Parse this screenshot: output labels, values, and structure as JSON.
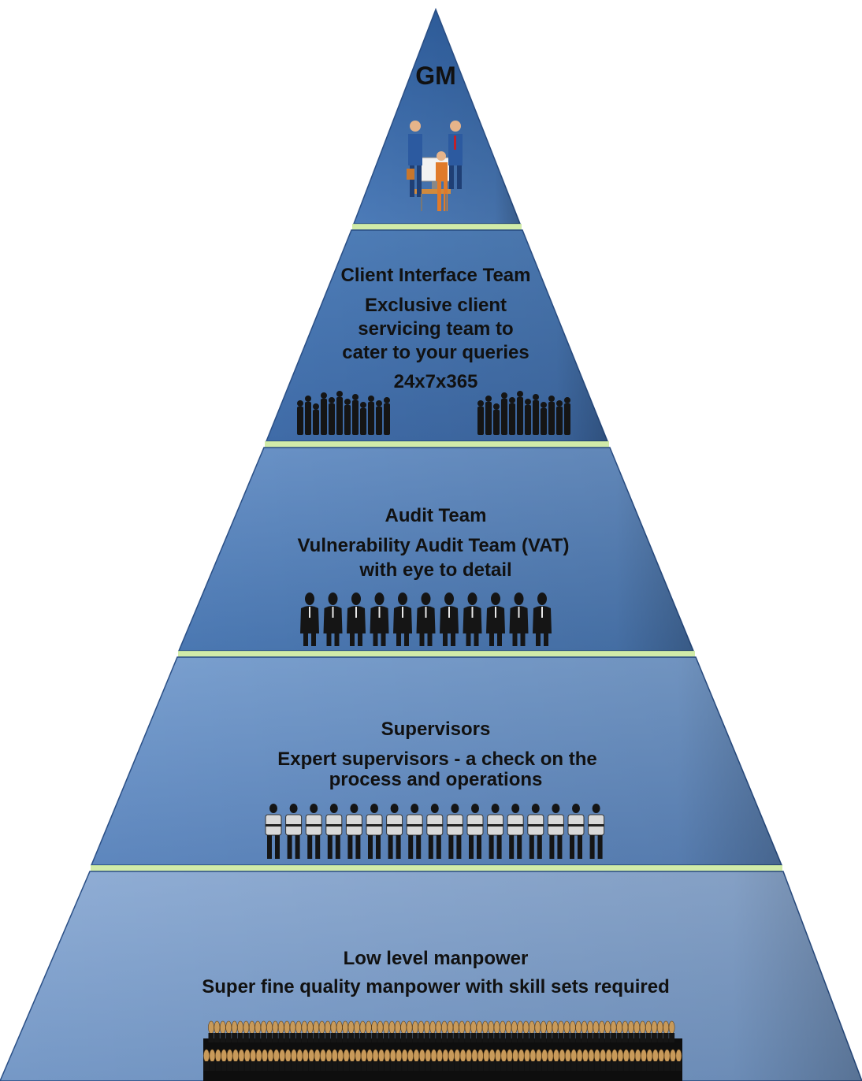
{
  "diagram": {
    "levels": [
      {
        "id": "gm",
        "lines": [
          "GM"
        ],
        "figures": "managers-at-desk-icon"
      },
      {
        "id": "client",
        "lines": [
          "Client Interface Team",
          "Exclusive client",
          "servicing team to",
          "cater to your queries",
          "24x7x365"
        ],
        "figures": "crowd-silhouette-icon",
        "figure_groups": 2
      },
      {
        "id": "audit",
        "lines": [
          "Audit Team",
          "Vulnerability Audit Team (VAT)",
          "with eye to detail"
        ],
        "figures": "suited-agent-icon",
        "figure_count": 11
      },
      {
        "id": "supervisors",
        "lines": [
          "Supervisors",
          "Expert supervisors  - a check on the",
          "process and operations"
        ],
        "figures": "uniformed-guard-icon",
        "figure_count": 17
      },
      {
        "id": "manpower",
        "lines": [
          "Low level manpower",
          "Super fine quality manpower with skill sets required"
        ],
        "figures": "guard-rows-icon",
        "figure_rows": 2
      }
    ],
    "colors": {
      "tier_top": "#3d6aa8",
      "tier_bottom": "#8aa8cf",
      "tier_edge": "#2f5a95",
      "separator": "#c9e89a",
      "text": "#111111",
      "figure": "#151515"
    }
  }
}
